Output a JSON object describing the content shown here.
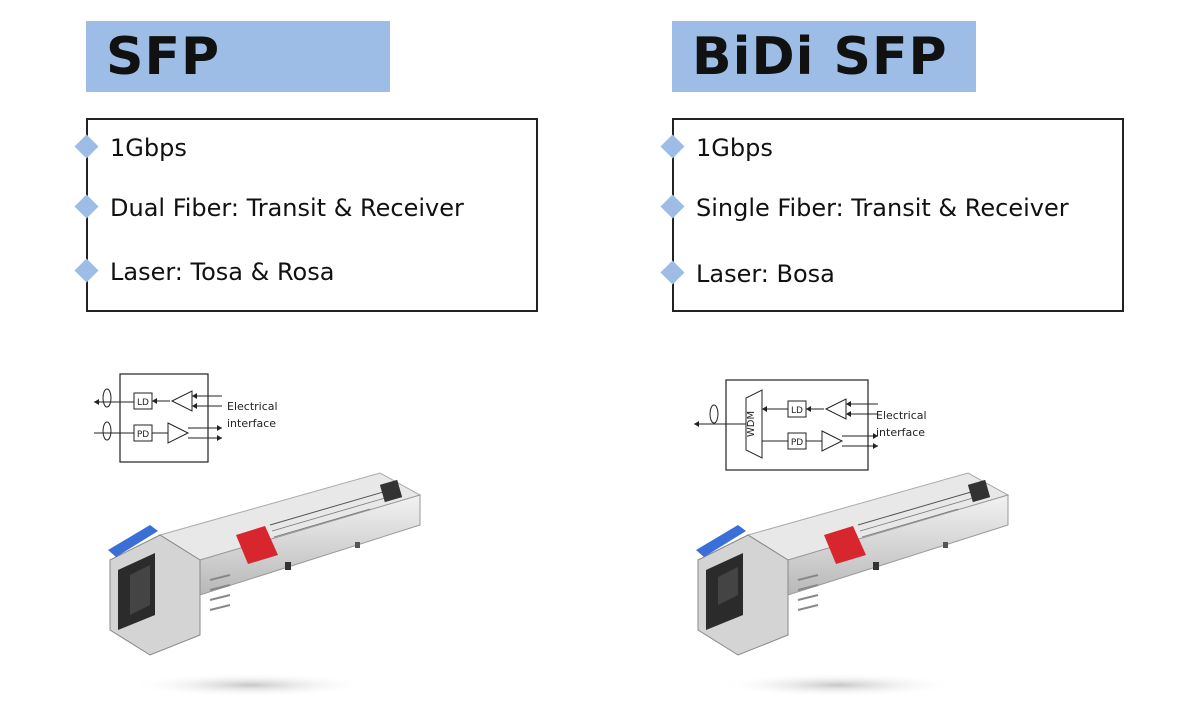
{
  "panels": [
    {
      "title": "SFP",
      "specs": [
        "1Gbps",
        "Dual Fiber: Transit & Receiver",
        "Laser: Tosa & Rosa"
      ],
      "diagram": {
        "ld": "LD",
        "pd": "PD",
        "interface_line1": "Electrical",
        "interface_line2": "interface"
      }
    },
    {
      "title": "BiDi SFP",
      "specs": [
        "1Gbps",
        "Single Fiber: Transit & Receiver",
        "Laser: Bosa"
      ],
      "diagram": {
        "wdm": "WDM",
        "ld": "LD",
        "pd": "PD",
        "interface_line1": "Electrical",
        "interface_line2": "interface"
      }
    }
  ],
  "colors": {
    "accent": "#9dbde7",
    "border": "#222222",
    "module_red": "#d8262e",
    "latch_blue": "#3a6fd8"
  }
}
